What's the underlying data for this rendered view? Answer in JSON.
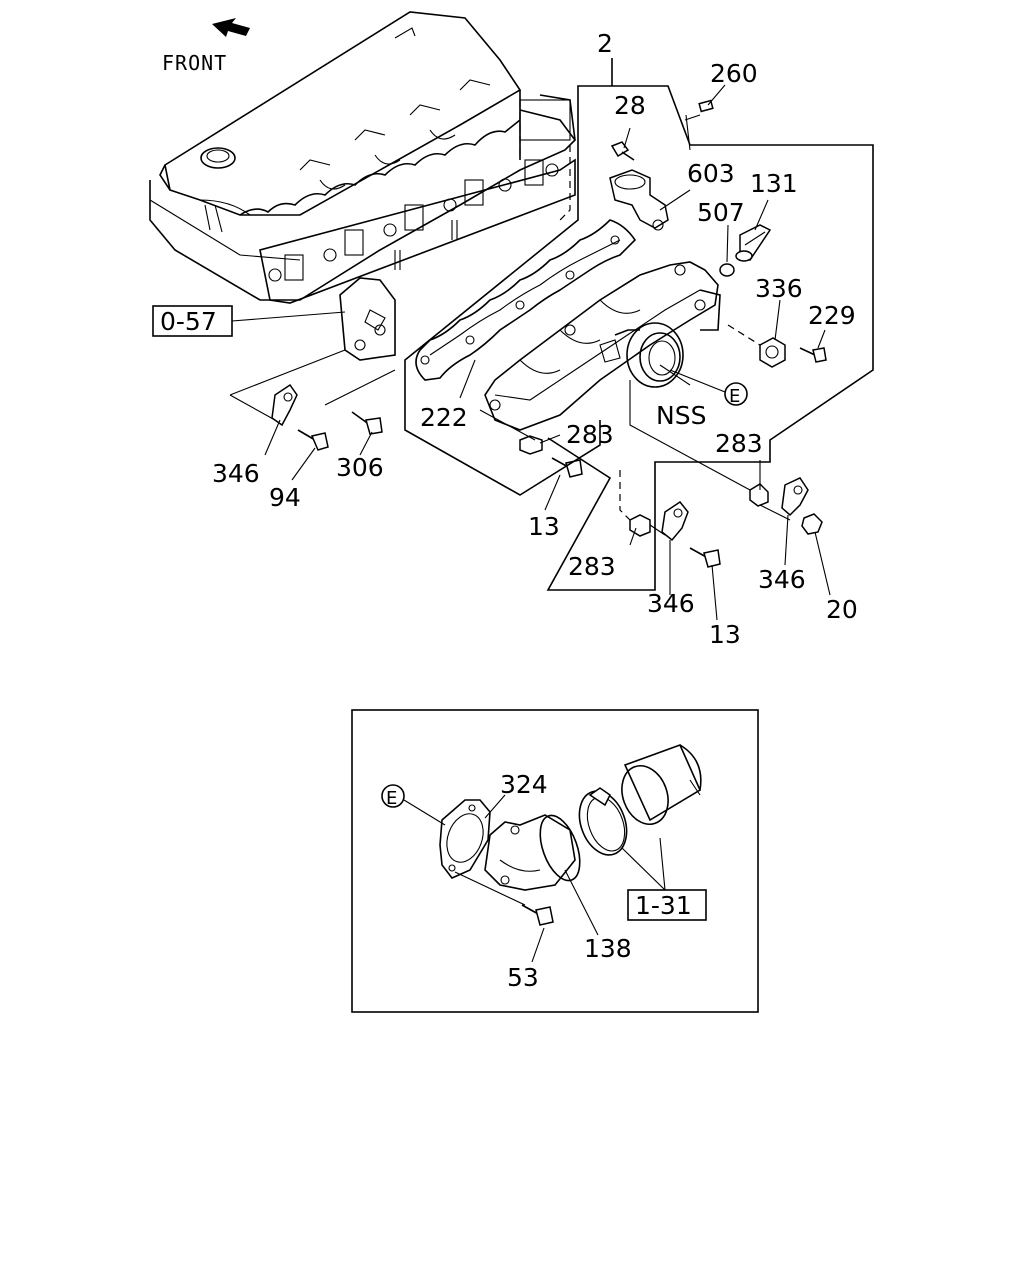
{
  "front_label": "FRONT",
  "callouts": {
    "c2": "2",
    "c260": "260",
    "c28": "28",
    "c603": "603",
    "c131": "131",
    "c507": "507",
    "c336": "336",
    "c229": "229",
    "c057": "0-57",
    "cE_top": "E",
    "cNSS": "NSS",
    "c222": "222",
    "c283a": "283",
    "c283b": "283",
    "c283c": "283",
    "c346a": "346",
    "c94": "94",
    "c306": "306",
    "c13a": "13",
    "c346b": "346",
    "c13b": "13",
    "c346c": "346",
    "c20": "20",
    "cE_detail": "E",
    "c324": "324",
    "c131_ref": "1-31",
    "c138": "138",
    "c53": "53"
  }
}
